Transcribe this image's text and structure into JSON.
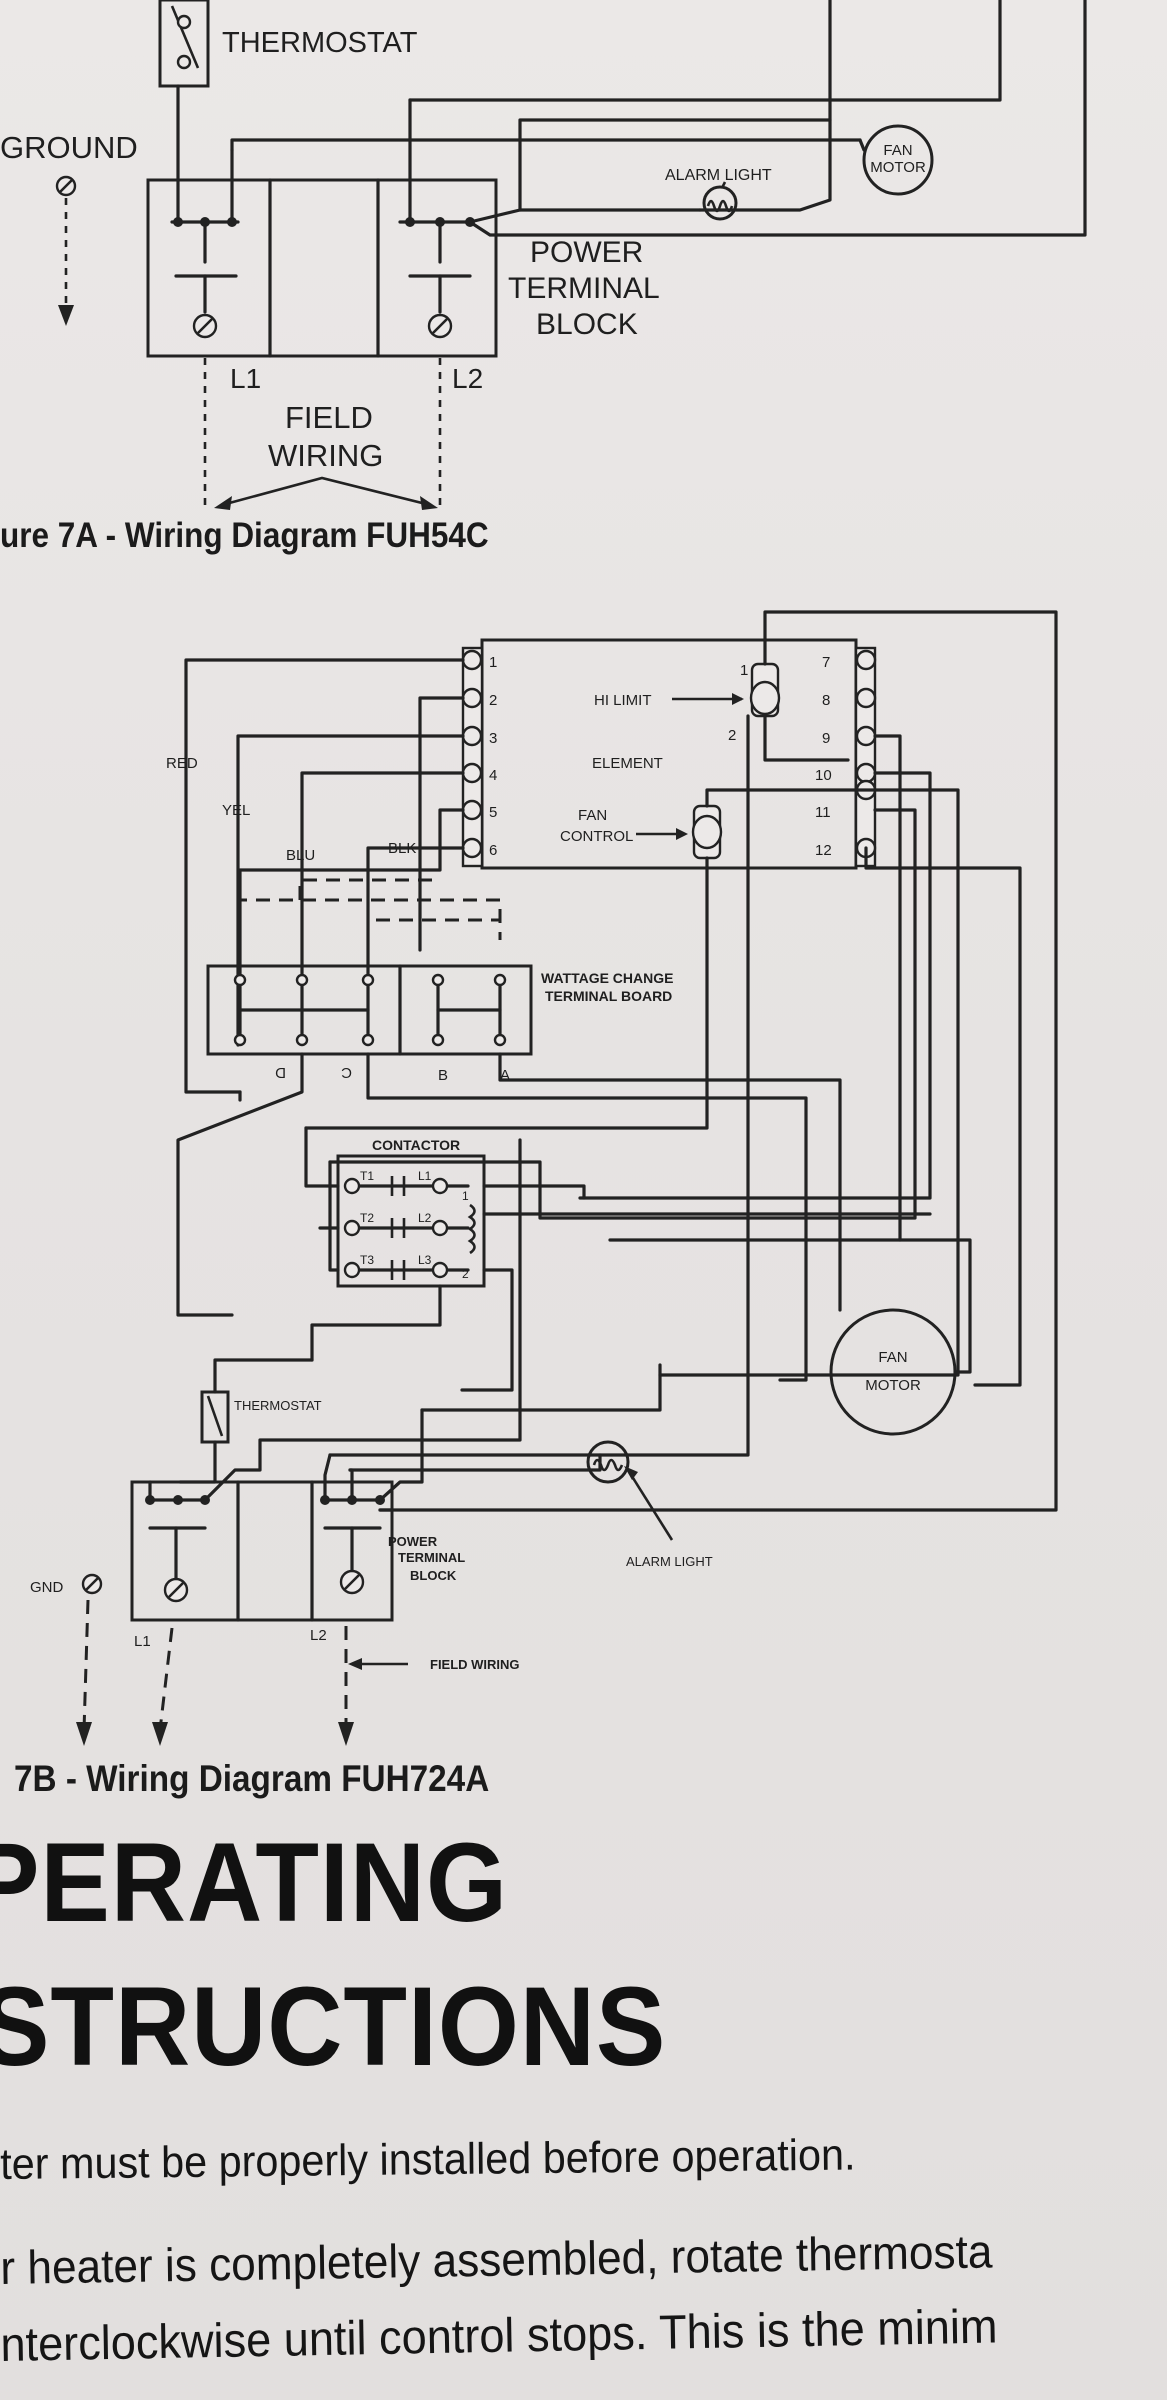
{
  "figure_7a": {
    "caption": "ure 7A - Wiring Diagram FUH54C",
    "labels": {
      "thermostat": "THERMOSTAT",
      "ground": "GROUND",
      "fan_motor_1": "FAN",
      "fan_motor_2": "MOTOR",
      "alarm_light": "ALARM LIGHT",
      "power_1": "POWER",
      "power_2": "TERMINAL",
      "power_3": "BLOCK",
      "l1": "L1",
      "l2": "L2",
      "field_1": "FIELD",
      "field_2": "WIRING"
    }
  },
  "figure_7b": {
    "caption": "7B - Wiring Diagram FUH724A",
    "terminals_left": [
      "1",
      "2",
      "3",
      "4",
      "5",
      "6"
    ],
    "terminals_right": [
      "7",
      "8",
      "9",
      "10",
      "11",
      "12"
    ],
    "labels": {
      "hi_limit": "HI LIMIT",
      "element": "ELEMENT",
      "fan_control_1": "FAN",
      "fan_control_2": "CONTROL",
      "limit_1": "1",
      "limit_2": "2",
      "red": "RED",
      "yel": "YEL",
      "blu": "BLU",
      "blk": "BLK",
      "wattage_1": "WATTAGE CHANGE",
      "wattage_2": "TERMINAL BOARD",
      "board_d": "D",
      "board_c": "C",
      "board_b": "B",
      "board_a": "A",
      "contactor": "CONTACTOR",
      "t1": "T1",
      "t2": "T2",
      "t3": "T3",
      "l1c": "L1",
      "l2c": "L2",
      "l3c": "L3",
      "coil_1": "1",
      "coil_2": "2",
      "thermostat": "THERMOSTAT",
      "fan_motor_1": "FAN",
      "fan_motor_2": "MOTOR",
      "alarm_light": "ALARM LIGHT",
      "power_1": "POWER",
      "power_2": "TERMINAL",
      "power_3": "BLOCK",
      "gnd": "GND",
      "l1": "L1",
      "l2": "L2",
      "field_wiring": "FIELD WIRING"
    }
  },
  "section": {
    "heading_1": "PERATING",
    "heading_2": "STRUCTIONS",
    "line_1": "ter must be properly installed before operation.",
    "line_2": "r heater is completely assembled, rotate thermosta",
    "line_3": "nterclockwise until control stops.  This is the minim"
  }
}
